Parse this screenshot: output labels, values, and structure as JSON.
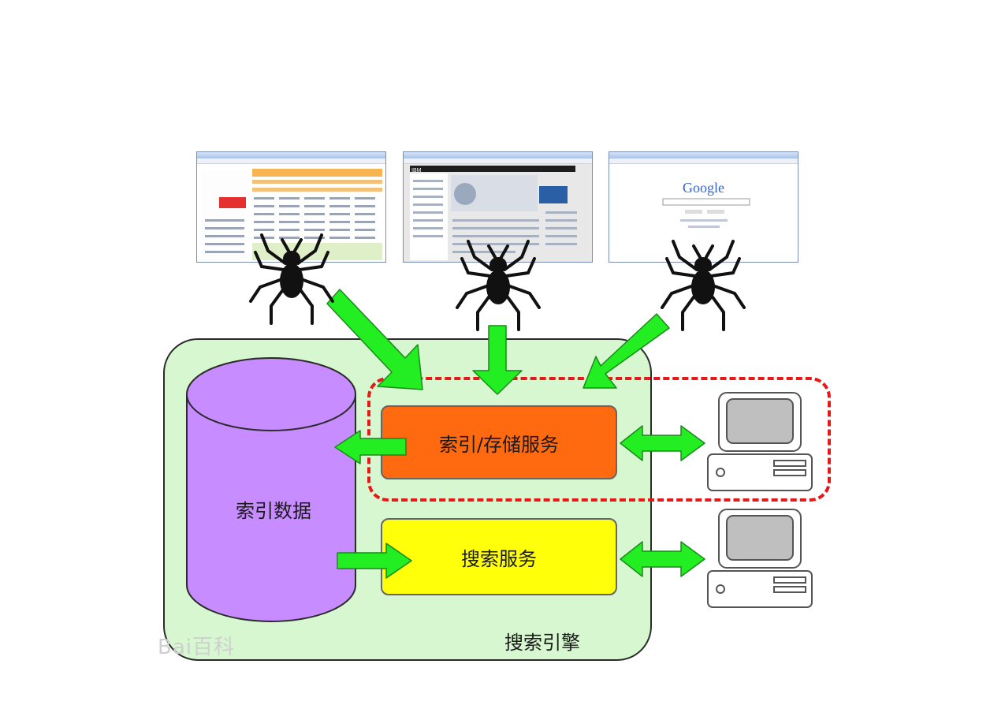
{
  "diagram": {
    "engine_label": "搜索引擎",
    "database_label": "索引数据",
    "index_service_label": "索引/存储服务",
    "search_service_label": "搜索服务",
    "watermark_text": "Bai百科"
  },
  "thumbnails": [
    {
      "name": "portal-site",
      "content": "",
      "accent": "#f39a1e"
    },
    {
      "name": "ibm-site",
      "content": "IBM",
      "accent": "#2b2b2b"
    },
    {
      "name": "google-site",
      "content": "Google",
      "accent": "#3366cc"
    }
  ],
  "colors": {
    "engine_bg": "#d6f7cf",
    "database": "#c78cff",
    "index_service": "#ff6a10",
    "search_service": "#ffff0a",
    "arrow": "#22ee22",
    "dashed_border": "#e81818"
  },
  "icons": [
    "spider-icon",
    "computer-icon"
  ]
}
